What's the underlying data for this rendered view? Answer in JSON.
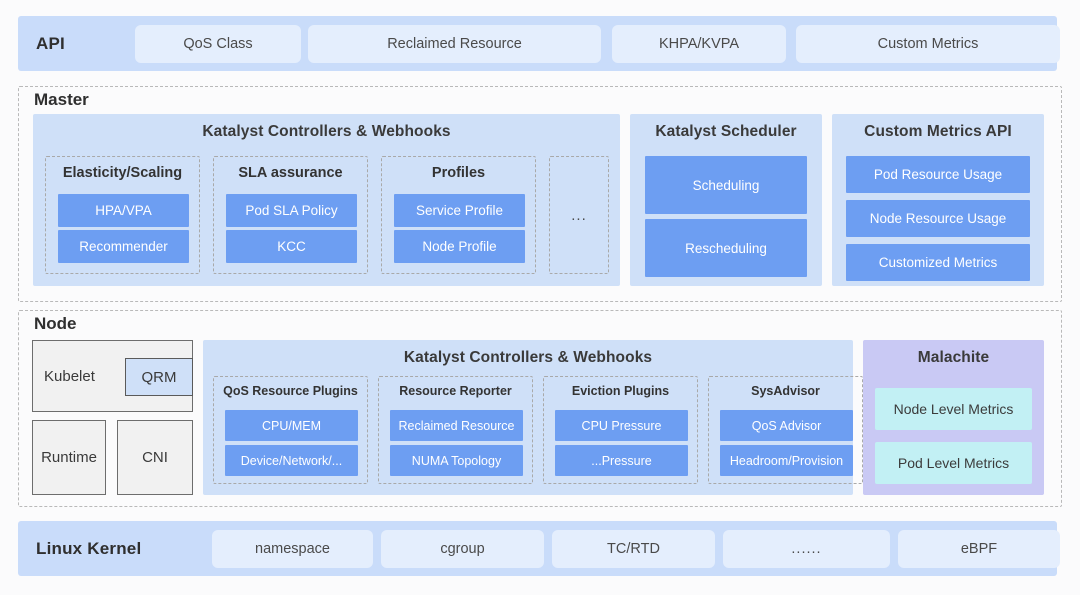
{
  "api_row": {
    "title": "API",
    "items": [
      {
        "label": "QoS Class"
      },
      {
        "label": "Reclaimed Resource"
      },
      {
        "label": "KHPA/KVPA"
      },
      {
        "label": "Custom Metrics"
      }
    ]
  },
  "master": {
    "label": "Master",
    "controllers_panel": {
      "title": "Katalyst Controllers & Webhooks",
      "groups": [
        {
          "title": "Elasticity/Scaling",
          "items": [
            "HPA/VPA",
            "Recommender"
          ]
        },
        {
          "title": "SLA assurance",
          "items": [
            "Pod SLA Policy",
            "KCC"
          ]
        },
        {
          "title": "Profiles",
          "items": [
            "Service Profile",
            "Node Profile"
          ]
        },
        {
          "title": "",
          "items": [],
          "more": "..."
        }
      ]
    },
    "scheduler_panel": {
      "title": "Katalyst Scheduler",
      "items": [
        "Scheduling",
        "Rescheduling"
      ]
    },
    "metrics_panel": {
      "title": "Custom Metrics API",
      "items": [
        "Pod Resource Usage",
        "Node Resource Usage",
        "Customized Metrics"
      ]
    }
  },
  "node": {
    "label": "Node",
    "kubelet": {
      "label": "Kubelet",
      "qrm": "QRM"
    },
    "runtime": {
      "label": "Runtime"
    },
    "cni": {
      "label": "CNI"
    },
    "controllers_panel": {
      "title": "Katalyst Controllers & Webhooks",
      "groups": [
        {
          "title": "QoS Resource Plugins",
          "items": [
            "CPU/MEM",
            "Device/Network/..."
          ]
        },
        {
          "title": "Resource Reporter",
          "items": [
            "Reclaimed Resource",
            "NUMA Topology"
          ]
        },
        {
          "title": "Eviction Plugins",
          "items": [
            "CPU Pressure",
            "...Pressure"
          ]
        },
        {
          "title": "SysAdvisor",
          "items": [
            "QoS Advisor",
            "Headroom/Provision"
          ]
        }
      ]
    },
    "malachite_panel": {
      "title": "Malachite",
      "items": [
        "Node Level Metrics",
        "Pod Level Metrics"
      ]
    }
  },
  "kernel_row": {
    "title": "Linux Kernel",
    "items": [
      {
        "label": "namespace"
      },
      {
        "label": "cgroup"
      },
      {
        "label": "TC/RTD"
      },
      {
        "label": "......"
      },
      {
        "label": "eBPF"
      }
    ]
  },
  "colors": {
    "band": "#c9dcfa",
    "pill": "#e4eefd",
    "panel": "#cfe0f8",
    "accent_blue": "#6d9ef2",
    "cyan": "#c2f0f4",
    "malachite_bg": "#c9c9f4",
    "dash_border": "#b9b9b9"
  }
}
